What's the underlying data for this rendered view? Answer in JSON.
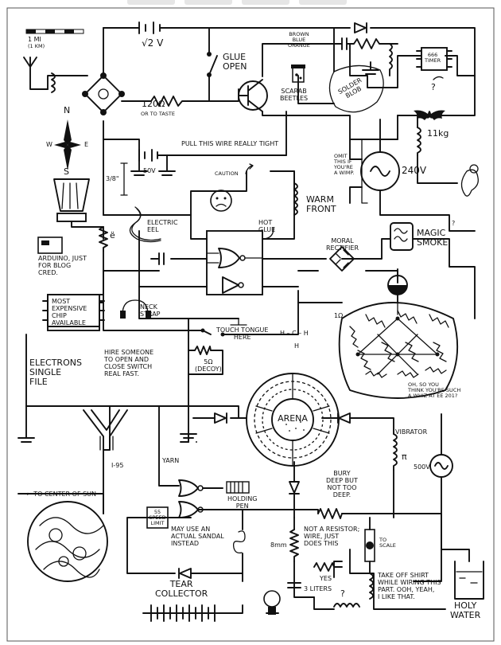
{
  "labels": {
    "scale_mi": "1 mi",
    "scale_km": "(1 km)",
    "sqrt2v": "√2 V",
    "glue_open": "Glue\nOpen",
    "brown_blue_orange": "Brown\nBlue\nOrange",
    "scarab_beetles": "Scarab\nBeetles",
    "solder_blob": "Solder\nBlob",
    "timer_666": "666\nTimer",
    "question": "?",
    "r120": "120Ω",
    "or_to_taste": "or to taste",
    "compass_n": "N",
    "compass_w": "W",
    "compass_e": "E",
    "compass_s": "S",
    "v50": "50V",
    "pull_wire": "Pull this wire really tight",
    "kg11": "11kg",
    "omit_wimp": "Omit\nthis if\nyou're\na wimp.",
    "v240": "240V",
    "three_eighths": "3/8\"",
    "caution": "Caution",
    "warm_front": "Warm\nFront",
    "electric_eel": "Electric\nEel",
    "hot_glue": "Hot\nGlue",
    "e_umlaut": "ë",
    "arduino": "Arduino, just\nfor blog\ncred.",
    "moral_rectifier": "Moral\nRectifier",
    "magic_smoke": "Magic\nSmoke",
    "most_expensive_chip": "Most\nExpensive\nChip\nAvailable",
    "neck_strap": "Neck\nStrap",
    "one_ohm": "1Ω",
    "touch_tongue": "Touch tongue\nhere",
    "h_c_h": "H – C – H",
    "h_bottom": "H",
    "electrons_single_file": "Electrons\nSingle\nFile",
    "hire_someone": "Hire someone\nto open and\nclose switch\nreal fast.",
    "decoy": "5Ω\n(decoy)",
    "whiz": "Oh, so you\nthink you're such\na whiz at EE 201?",
    "arena": "Arena",
    "vibrator": "Vibrator",
    "i95": "I-95",
    "yarn": "Yarn",
    "v500": "500V",
    "pi": "π",
    "to_center_of_sun": "← To center of sun",
    "bury_deep": "Bury\ndeep but\nnot too\ndeep.",
    "holding_pen": "Holding\nPen",
    "speed_limit": "55\nSpeed\nLimit",
    "sandal": "May use an\nactual sandal\ninstead",
    "not_resistor": "Not a resistor;\nwire, just\ndoes this",
    "mm8": "8mm",
    "to_scale": "To\nscale",
    "tear_collector": "Tear\nCollector",
    "yes": "Yes",
    "liters3": "3 Liters",
    "take_off_shirt": "Take off shirt\nwhile wiring this\npart. Ooh, yeah,\nI like that.",
    "holy_water": "Holy\nWater"
  },
  "icons": [
    "antenna-icon",
    "compass-rose-icon",
    "lighthouse-icon",
    "bat-icon",
    "squirrel-icon",
    "sad-face-icon",
    "cork-icon",
    "shamrock-icon",
    "headphones-icon",
    "lightbulb-icon",
    "beaker-icon"
  ]
}
